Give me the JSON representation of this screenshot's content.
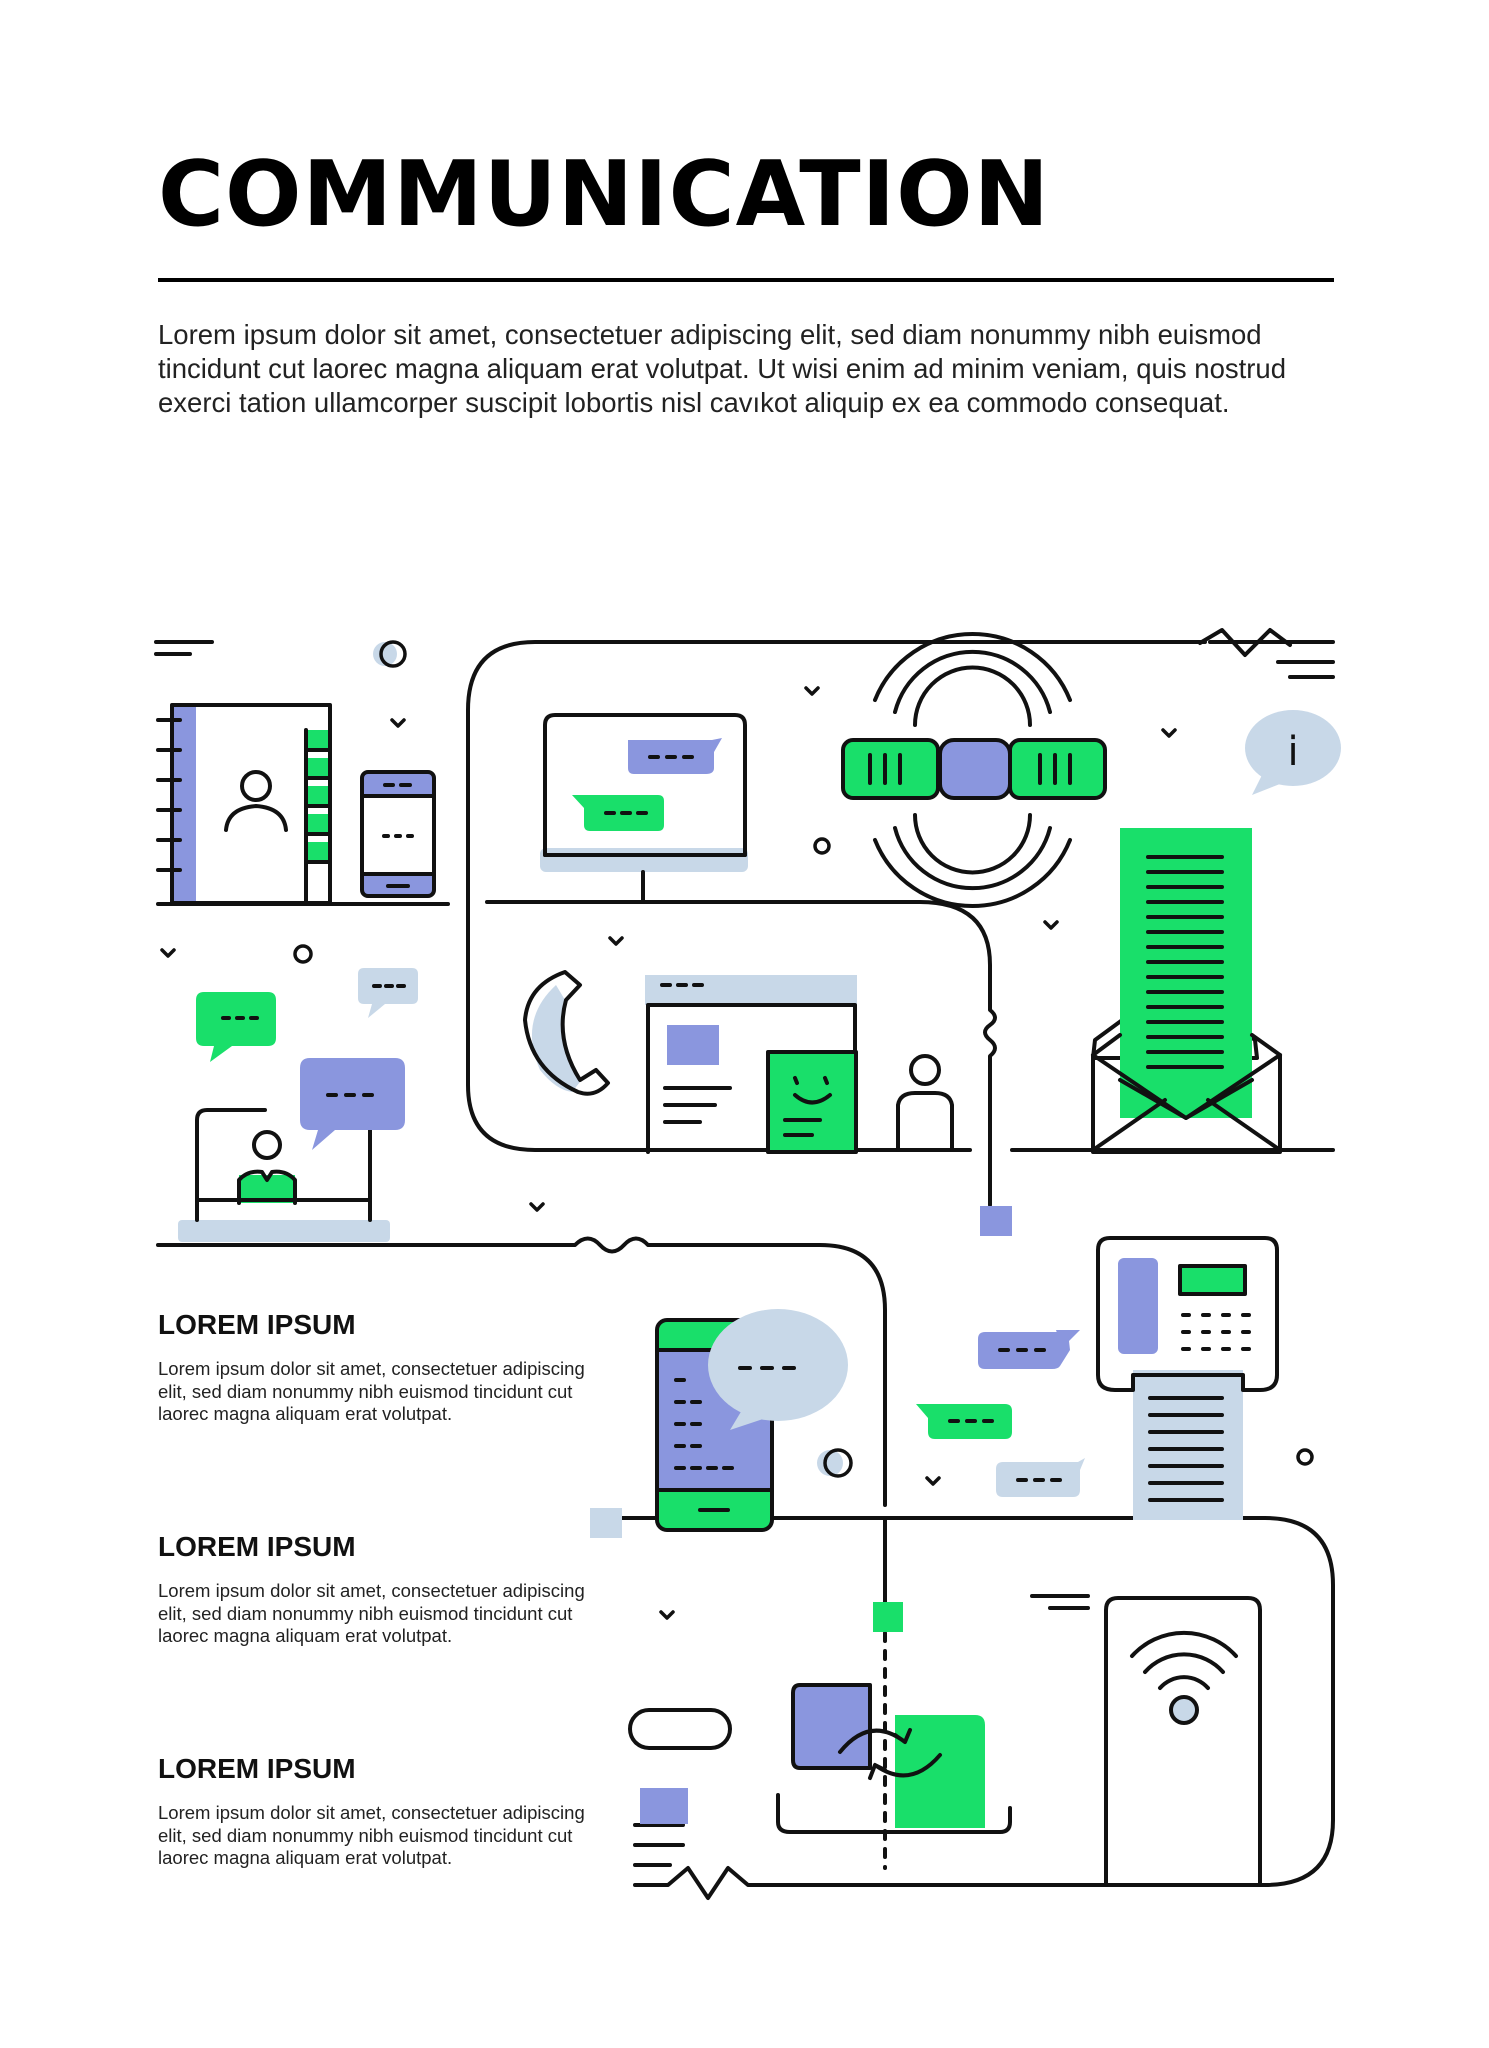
{
  "header": {
    "title": "COMMUNICATION",
    "intro": "Lorem ipsum dolor sit amet, consectetuer adipiscing elit, sed diam nonummy nibh euismod tincidunt cut laorec  magna aliquam erat volutpat. Ut wisi enim ad minim veniam, quis nostrud exerci tation ullamcorper suscipit lobortis nisl cavıkot aliquip ex ea commodo consequat."
  },
  "sections": [
    {
      "heading": "LOREM IPSUM",
      "body": "Lorem ipsum dolor sit amet, consectetuer adipiscing elit, sed diam nonummy nibh euismod tincidunt cut laorec  magna aliquam erat volutpat."
    },
    {
      "heading": "LOREM IPSUM",
      "body": "Lorem ipsum dolor sit amet, consectetuer adipiscing elit, sed diam nonummy nibh euismod tincidunt cut laorec  magna aliquam erat volutpat."
    },
    {
      "heading": "LOREM IPSUM",
      "body": "Lorem ipsum dolor sit amet, consectetuer adipiscing elit, sed diam nonummy nibh euismod tincidunt cut laorec  magna aliquam erat volutpat."
    }
  ],
  "illustration": {
    "info_bubble_glyph": "i",
    "bubble_glyph": "---",
    "colors": {
      "green": "#19df6a",
      "violet": "#8a96de",
      "pale_blue": "#c8d8e8",
      "line": "#111111"
    },
    "icons": [
      "address-book-icon",
      "smartphone-icon",
      "laptop-video-call-icon",
      "monitor-chat-icon",
      "satellite-icon",
      "info-bubble-icon",
      "handset-icon",
      "web-profile-icon",
      "person-icon",
      "envelope-letter-icon",
      "phone-chat-icon",
      "fax-machine-icon",
      "data-sync-icon",
      "wifi-door-icon"
    ]
  }
}
